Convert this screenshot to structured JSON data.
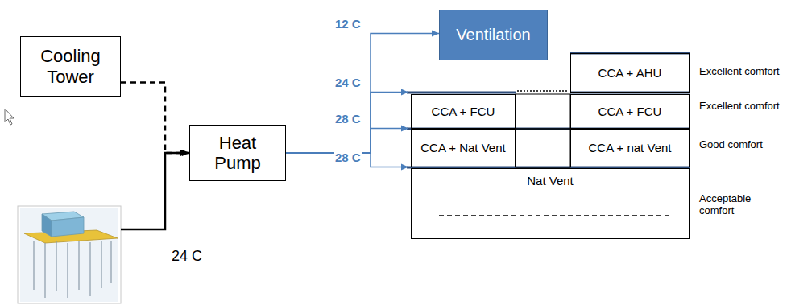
{
  "diagram": {
    "nodes": [
      {
        "text": [
          "Cooling Tower"
        ]
      },
      {
        "text": [
          "Heat Pump"
        ]
      },
      {
        "text": [
          "Ventilation"
        ]
      },
      {
        "text": [
          "CCA + AHU"
        ]
      },
      {
        "text": [
          "CCA + FCU"
        ]
      },
      {
        "text": [
          "CCA + FCU"
        ]
      },
      {
        "text": [
          "CCA + Nat Vent"
        ]
      },
      {
        "text": [
          "CCA + nat Vent"
        ]
      },
      {
        "text": [
          "Nat Vent"
        ]
      }
    ],
    "edges": [
      {
        "from": 0,
        "to": 1,
        "arrow": "to"
      },
      {
        "from": 1,
        "to": 2,
        "label": "12 C",
        "arrow": "to"
      },
      {
        "from": 1,
        "to": 3,
        "label": "24 C",
        "arrow": "to"
      },
      {
        "from": 1,
        "to": 4,
        "label": "28 C",
        "arrow": "to"
      },
      {
        "from": 1,
        "to": 6,
        "label": "28 C",
        "arrow": "to"
      }
    ],
    "labels": [
      "24 C",
      "Excellent comfort",
      "Excellent comfort",
      "Good comfort",
      "Acceptable comfort"
    ]
  }
}
